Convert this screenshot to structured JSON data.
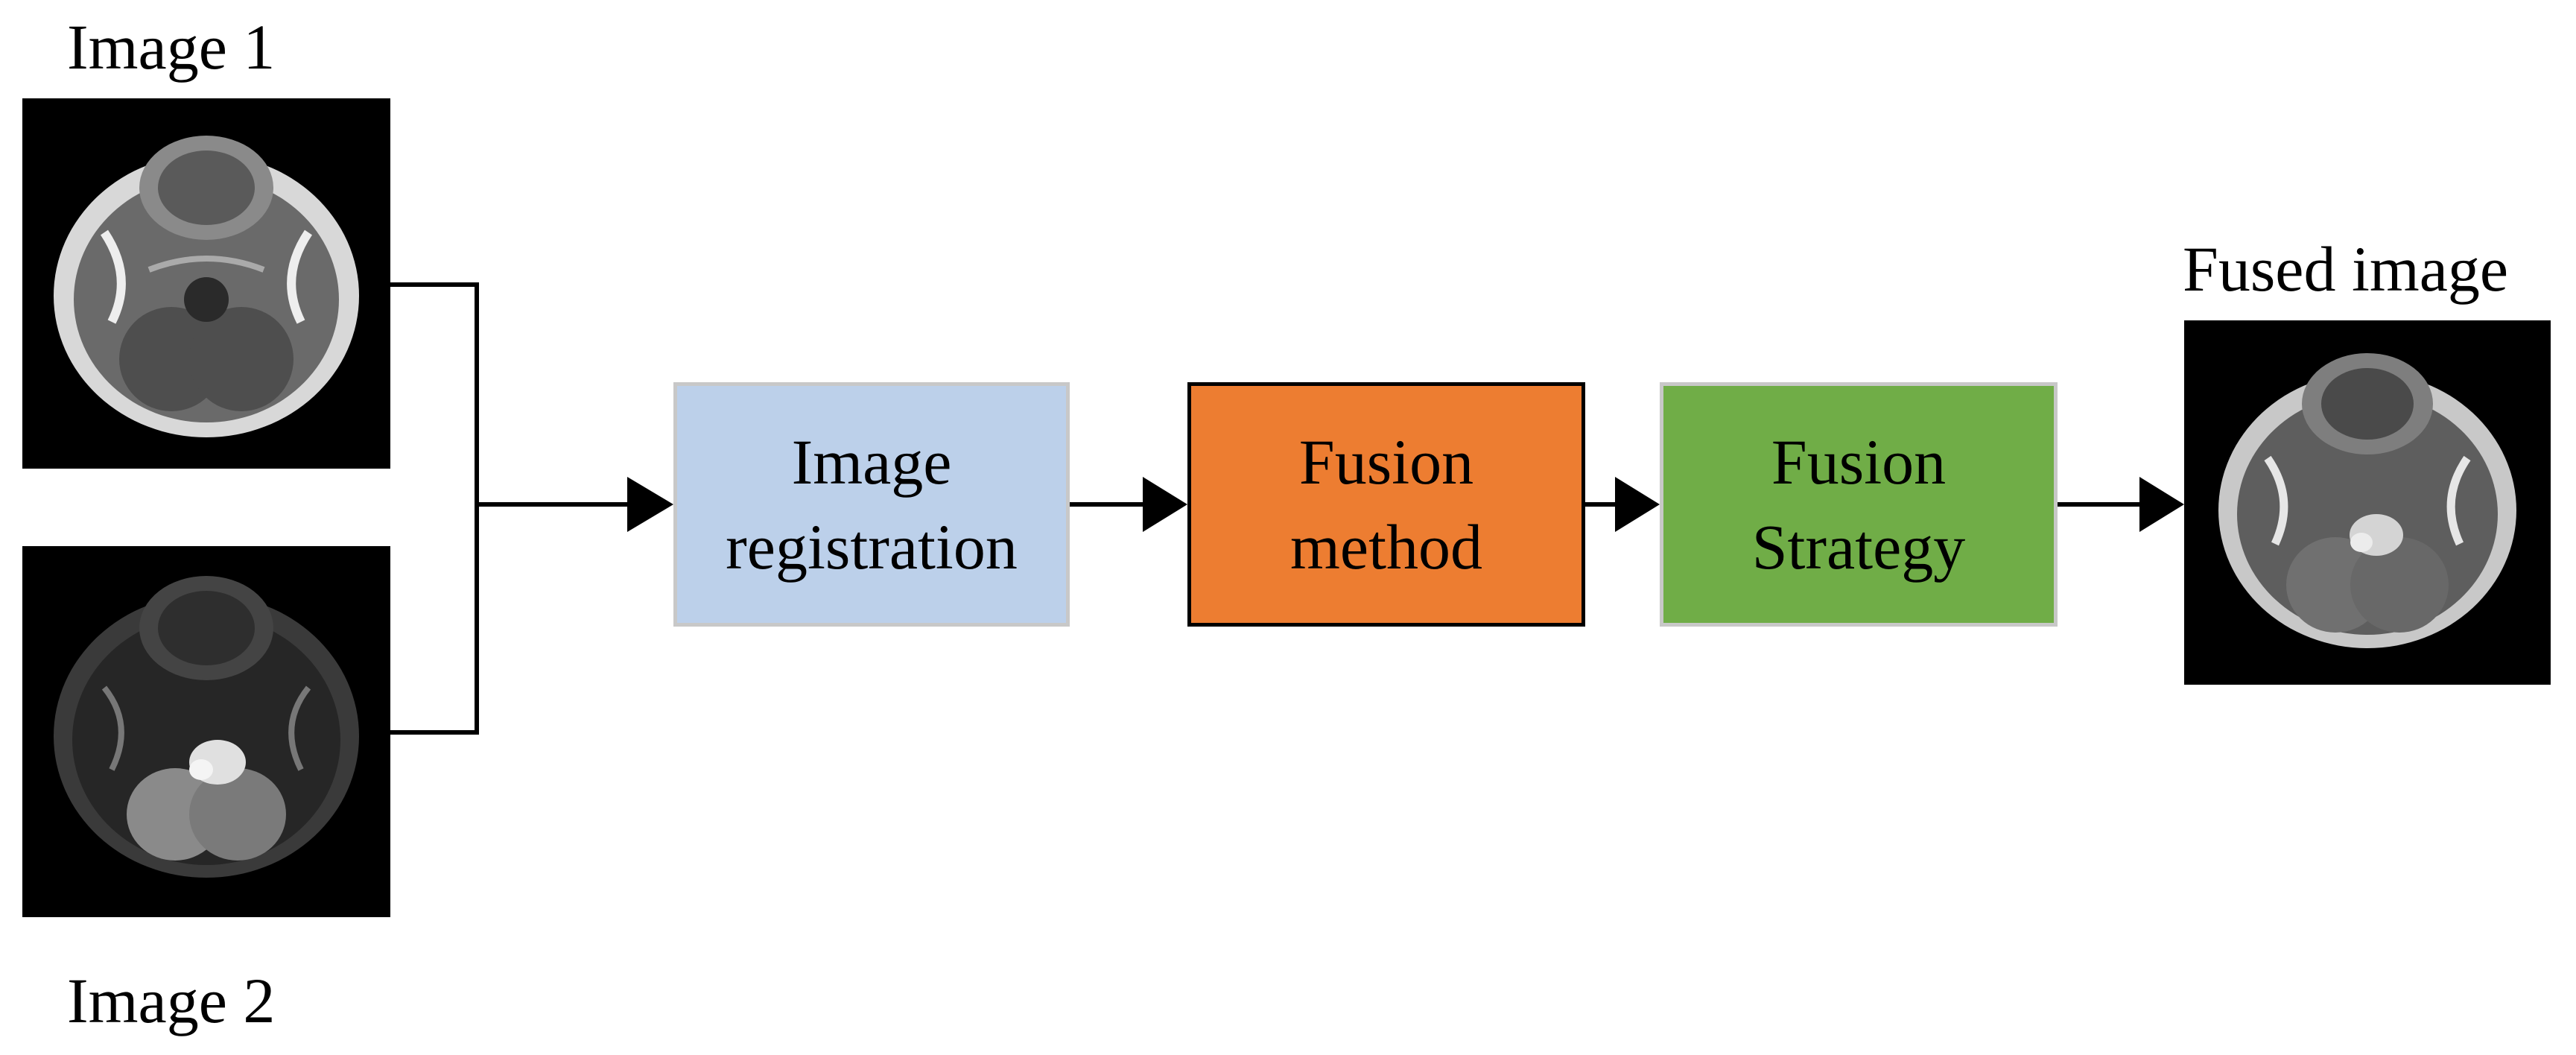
{
  "inputs": {
    "image1_label": "Image 1",
    "image2_label": "Image 2"
  },
  "output": {
    "label": "Fused image"
  },
  "steps": [
    {
      "line1": "Image",
      "line2": "registration",
      "color": "#bcd0ea",
      "border": "#c8c8c8"
    },
    {
      "line1": "Fusion",
      "line2": "method",
      "color": "#ed7d31",
      "border": "#000000"
    },
    {
      "line1": "Fusion",
      "line2": "Strategy",
      "color": "#70ad47",
      "border": "#c8c8c8"
    }
  ]
}
